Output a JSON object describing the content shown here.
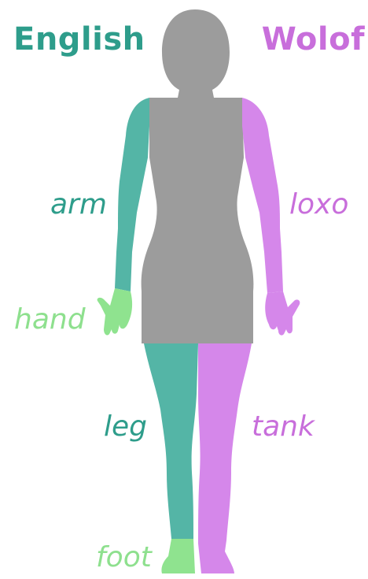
{
  "colors": {
    "english": "#2e9d8b",
    "english_fill": "#54b5a6",
    "wolof": "#c86edb",
    "wolof_fill": "#d587ea",
    "hand_foot": "#8fe38f",
    "hand_foot_text": "#8ee08e",
    "body_gray": "#9c9c9c"
  },
  "headers": {
    "left": "English",
    "right": "Wolof"
  },
  "labels": {
    "arm_en": "arm",
    "arm_wo": "loxo",
    "hand_en": "hand",
    "leg_en": "leg",
    "leg_wo": "tank",
    "foot_en": "foot"
  }
}
